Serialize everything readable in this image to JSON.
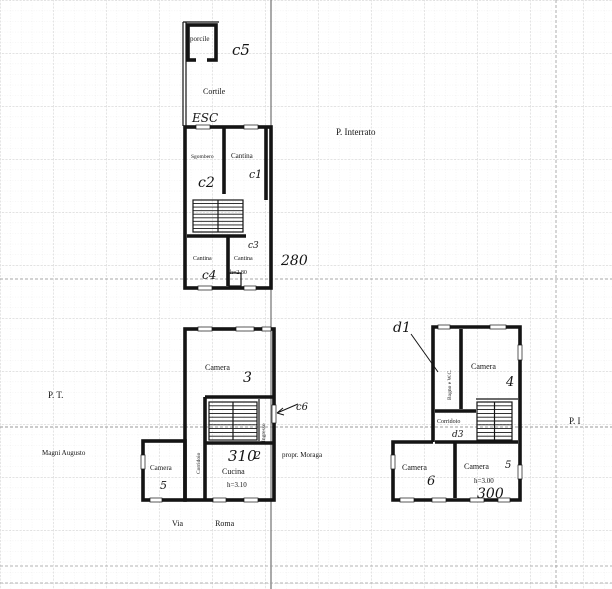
{
  "colors": {
    "ink": "#141414",
    "paper": "#ffffff",
    "grid_minor": "#d9d9d9",
    "grid_major": "#b8b8b8"
  },
  "basement": {
    "title": "P. Interrato",
    "porcile": "porcile",
    "cortile": "Cortile",
    "stair_mark": "ESC",
    "sgombero": "Sgombero",
    "cantina_top": "Cantina",
    "cantina_bottom_left": "Cantina",
    "cantina_bottom_right": "Cantina",
    "height": "h=2.80",
    "marks": {
      "c1": "c1",
      "c2": "c2",
      "c3": "c3",
      "c4": "c4",
      "c5": "c5",
      "dim": "280"
    }
  },
  "ground_floor": {
    "title": "P. T.",
    "camera_main": "Camera",
    "camera_main_mark": "3",
    "ingresso": "Ingresso",
    "corridoio": "Corridoio",
    "camera_annex": "Camera",
    "camera_annex_mark": "5",
    "cucina": "Cucina",
    "cucina_mark": "2",
    "dim": "310",
    "height": "h=3.10",
    "entrance_mark": "c6",
    "neighbor_left": "Magni Augusto",
    "neighbor_right": "propr. Moraga",
    "street": "Via Roma"
  },
  "first_floor": {
    "title": "P. I",
    "top_mark": "d1",
    "bagno": "Bagno e W.C.",
    "camera_4": "Camera",
    "camera_4_mark": "4",
    "corridoio": "Corridoio",
    "corridoio_mark": "d3",
    "camera_6": "Camera",
    "camera_6_mark": "6",
    "camera_5": "Camera",
    "camera_5_mark": "5",
    "height": "h=3.00",
    "dim": "300"
  }
}
